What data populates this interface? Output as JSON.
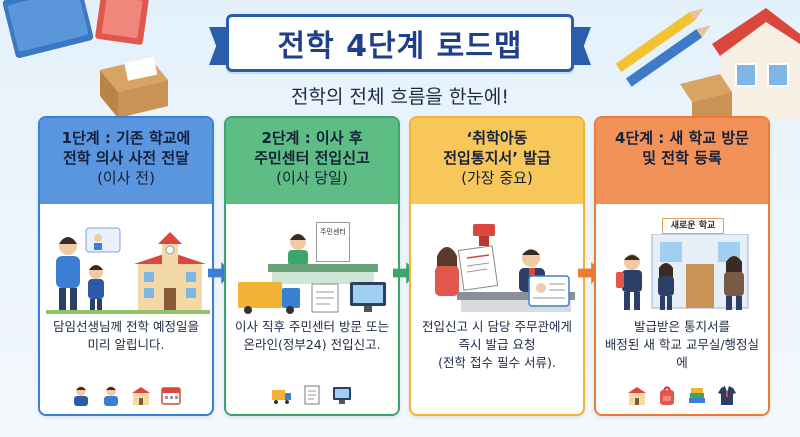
{
  "header": {
    "title": "전학 4단계 로드맵",
    "subtitle": "전학의 전체 흐름을 한눈에!"
  },
  "colors": {
    "step1": "#3b7fd4",
    "step2": "#3aa66b",
    "step3": "#f2b233",
    "step4": "#ef7a33",
    "title_border": "#2a5dab"
  },
  "steps": [
    {
      "title_line1": "1단계 : 기존 학교에",
      "title_line2": "전학 의사 사전 전달",
      "note": "(이사 전)",
      "desc_line1": "담임선생님께 전학 예정일을",
      "desc_line2": "미리 알립니다.",
      "desc_line3": "",
      "icons": [
        "teacher-icon",
        "student-icon",
        "school-icon",
        "calendar-icon"
      ]
    },
    {
      "title_line1": "2단계 : 이사 후",
      "title_line2": "주민센터 전입신고",
      "note": "(이사 당일)",
      "sign": "주민센터",
      "desc_line1": "이사 직후 주민센터 방문 또는",
      "desc_line2": "온라인(정부24) 전입신고.",
      "desc_line3": "",
      "icons": [
        "truck-icon",
        "document-icon",
        "monitor-icon"
      ]
    },
    {
      "title_line1": "‘취학아동",
      "title_line2": "전입통지서’ 발급",
      "note": "(가장 중요)",
      "desc_line1": "전입신고 시 담당 주무관에게",
      "desc_line2": "즉시 발급 요청",
      "desc_line3": "(전학 접수 필수 서류).",
      "icons": []
    },
    {
      "title_line1": "4단계 : 새 학교 방문",
      "title_line2": "및 전학 등록",
      "note": "",
      "sign": "새로운 학교",
      "desc_line1": "발급받은 통지서를",
      "desc_line2": "배정된 새 학교 교무실/행정실에",
      "desc_line3": "",
      "icons": [
        "school-icon",
        "bag-icon",
        "books-icon",
        "uniform-icon"
      ]
    }
  ]
}
